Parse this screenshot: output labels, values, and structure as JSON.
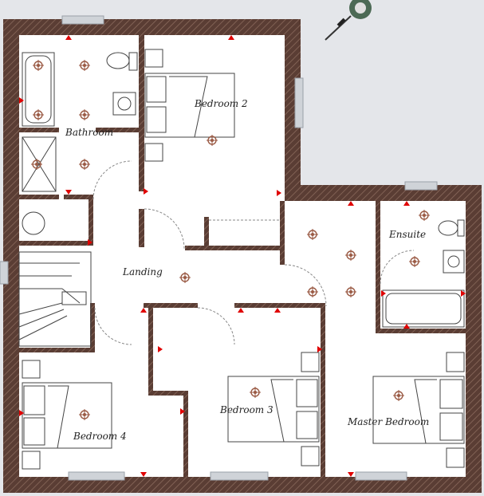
{
  "rooms": {
    "bathroom": "Bathroom",
    "bedroom2": "Bedroom 2",
    "ensuite": "Ensuite",
    "landing": "Landing",
    "bedroom3": "Bedroom 3",
    "bedroom4": "Bedroom 4",
    "master": "Master Bedroom"
  },
  "colors": {
    "background": "#e4e6ea",
    "floor": "#ffffff",
    "wall": "#5a3d34",
    "marker": "#e00000",
    "fixture": "#9a5a44",
    "window": "#cfd3d8"
  },
  "icons": {
    "compass": "north-point-icon",
    "socket": "socket-marker-icon",
    "light": "ceiling-light-icon"
  }
}
